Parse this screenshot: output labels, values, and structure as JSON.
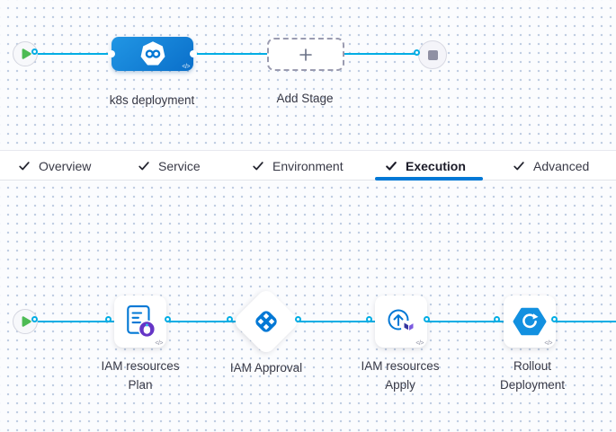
{
  "stage_graph": {
    "stage_label": "k8s deployment",
    "add_stage_label": "Add Stage"
  },
  "tabs": [
    {
      "label": "Overview",
      "active": false
    },
    {
      "label": "Service",
      "active": false
    },
    {
      "label": "Environment",
      "active": false
    },
    {
      "label": "Execution",
      "active": true
    },
    {
      "label": "Advanced",
      "active": false
    }
  ],
  "execution_graph": {
    "steps": [
      {
        "type": "terraform-plan",
        "label_line1": "IAM resources",
        "label_line2": "Plan"
      },
      {
        "type": "approval",
        "label_line1": "IAM Approval",
        "label_line2": ""
      },
      {
        "type": "terraform-apply",
        "label_line1": "IAM resources",
        "label_line2": "Apply"
      },
      {
        "type": "rollout",
        "label_line1": "Rollout",
        "label_line2": "Deployment"
      }
    ]
  },
  "glyphs": {
    "code_toggle": "</>"
  },
  "colors": {
    "connector": "#00ade4",
    "primary_blue": "#0278d5",
    "stage_gradient_start": "#2196e4",
    "stage_gradient_end": "#0a6fca",
    "play_green": "#4dbb54",
    "end_square_gray": "#8f90a3",
    "terraform_purple": "#6535c6",
    "tab_underline": "#0278d5",
    "label_text": "#383946"
  }
}
